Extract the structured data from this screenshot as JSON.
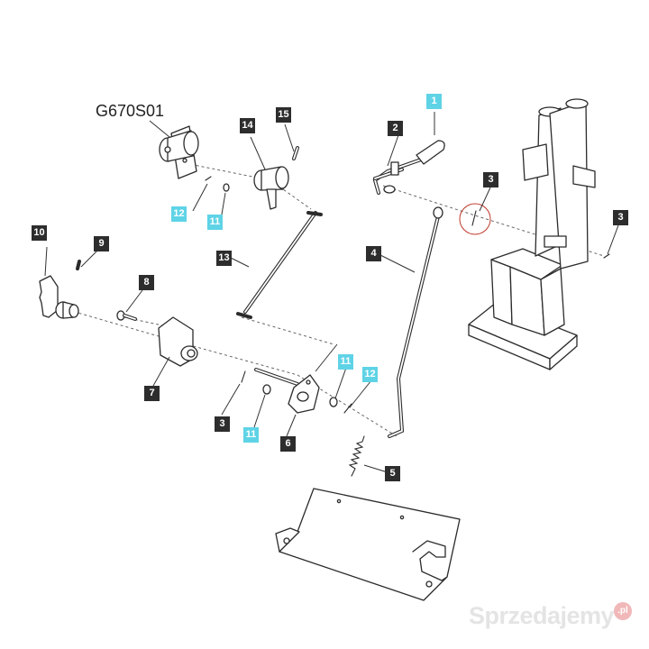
{
  "diagram": {
    "assembly_code": "G670S01",
    "callouts": [
      {
        "id": "c1",
        "label": "1",
        "style": "cyan"
      },
      {
        "id": "c2",
        "label": "2",
        "style": "dark"
      },
      {
        "id": "c3a",
        "label": "3",
        "style": "dark"
      },
      {
        "id": "c3b",
        "label": "3",
        "style": "dark"
      },
      {
        "id": "c3c",
        "label": "3",
        "style": "dark"
      },
      {
        "id": "c4",
        "label": "4",
        "style": "dark"
      },
      {
        "id": "c5",
        "label": "5",
        "style": "dark"
      },
      {
        "id": "c6",
        "label": "6",
        "style": "dark"
      },
      {
        "id": "c7",
        "label": "7",
        "style": "dark"
      },
      {
        "id": "c8",
        "label": "8",
        "style": "dark"
      },
      {
        "id": "c9",
        "label": "9",
        "style": "dark"
      },
      {
        "id": "c10",
        "label": "10",
        "style": "dark"
      },
      {
        "id": "c11a",
        "label": "11",
        "style": "cyan"
      },
      {
        "id": "c11b",
        "label": "11",
        "style": "cyan"
      },
      {
        "id": "c11c",
        "label": "11",
        "style": "cyan"
      },
      {
        "id": "c12a",
        "label": "12",
        "style": "cyan"
      },
      {
        "id": "c12b",
        "label": "12",
        "style": "cyan"
      },
      {
        "id": "c13",
        "label": "13",
        "style": "dark"
      },
      {
        "id": "c14",
        "label": "14",
        "style": "dark"
      },
      {
        "id": "c15",
        "label": "15",
        "style": "dark"
      }
    ],
    "highlight_color": "#5fd3e6",
    "label_color": "#2d2d2d",
    "circle_marker_color": "#c0392b"
  },
  "watermark": {
    "text": "Sprzedajemy",
    "badge": ".pl"
  }
}
